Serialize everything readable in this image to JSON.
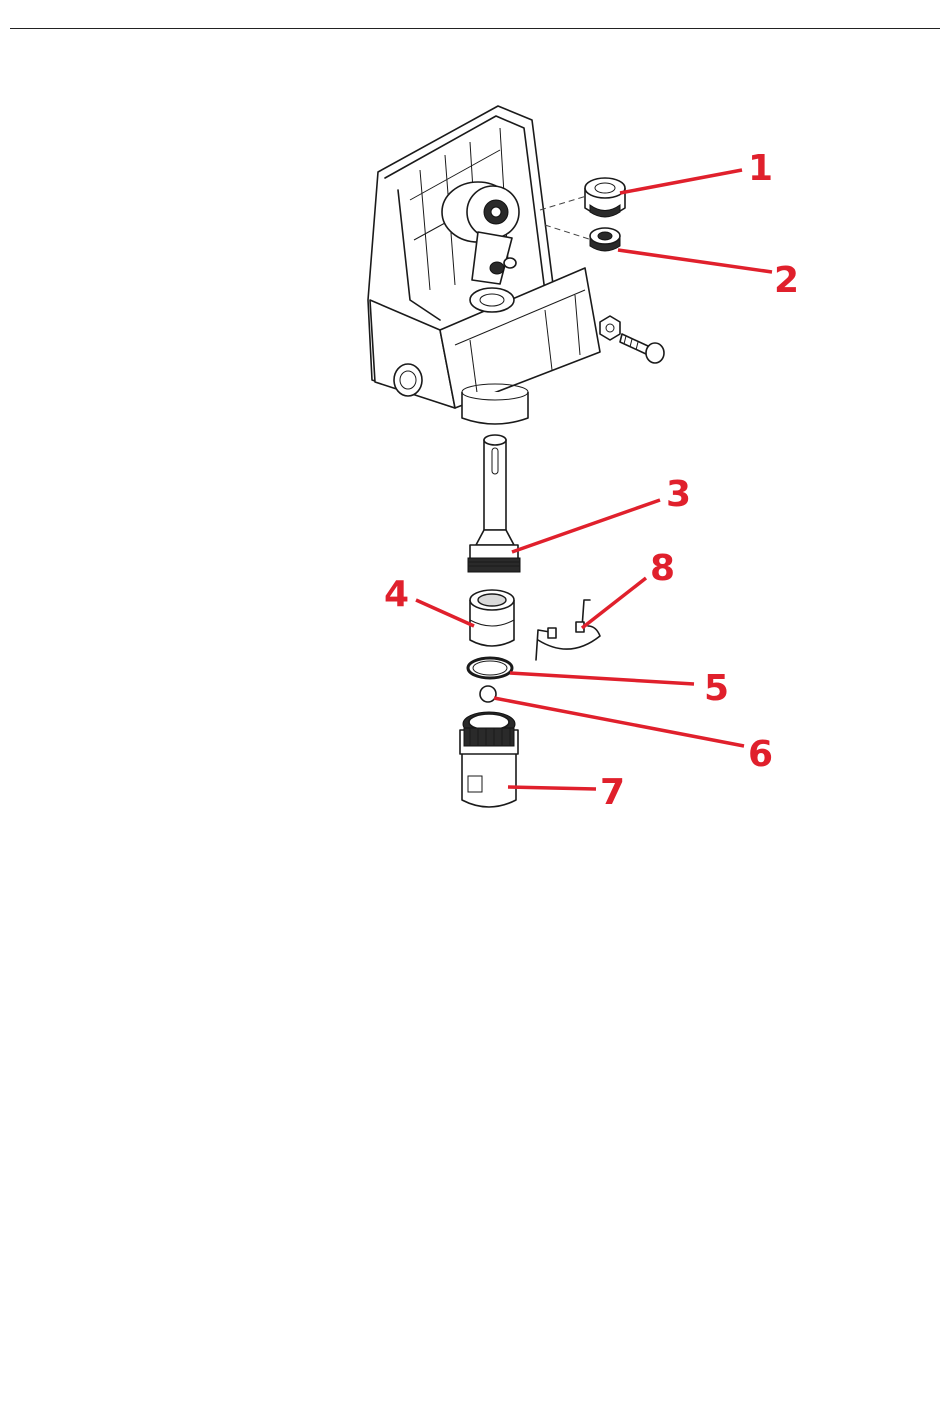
{
  "callouts": [
    {
      "number": "1",
      "part": "valve-seat-fitting"
    },
    {
      "number": "2",
      "part": "valve-seat-washer"
    },
    {
      "number": "3",
      "part": "piston-rod"
    },
    {
      "number": "4",
      "part": "packing-sleeve"
    },
    {
      "number": "5",
      "part": "o-ring"
    },
    {
      "number": "6",
      "part": "ball"
    },
    {
      "number": "7",
      "part": "foot-valve-housing"
    },
    {
      "number": "8",
      "part": "retaining-clip"
    }
  ],
  "colors": {
    "callout": "#e0202c",
    "linework": "#1a1a1a",
    "background": "#ffffff"
  }
}
